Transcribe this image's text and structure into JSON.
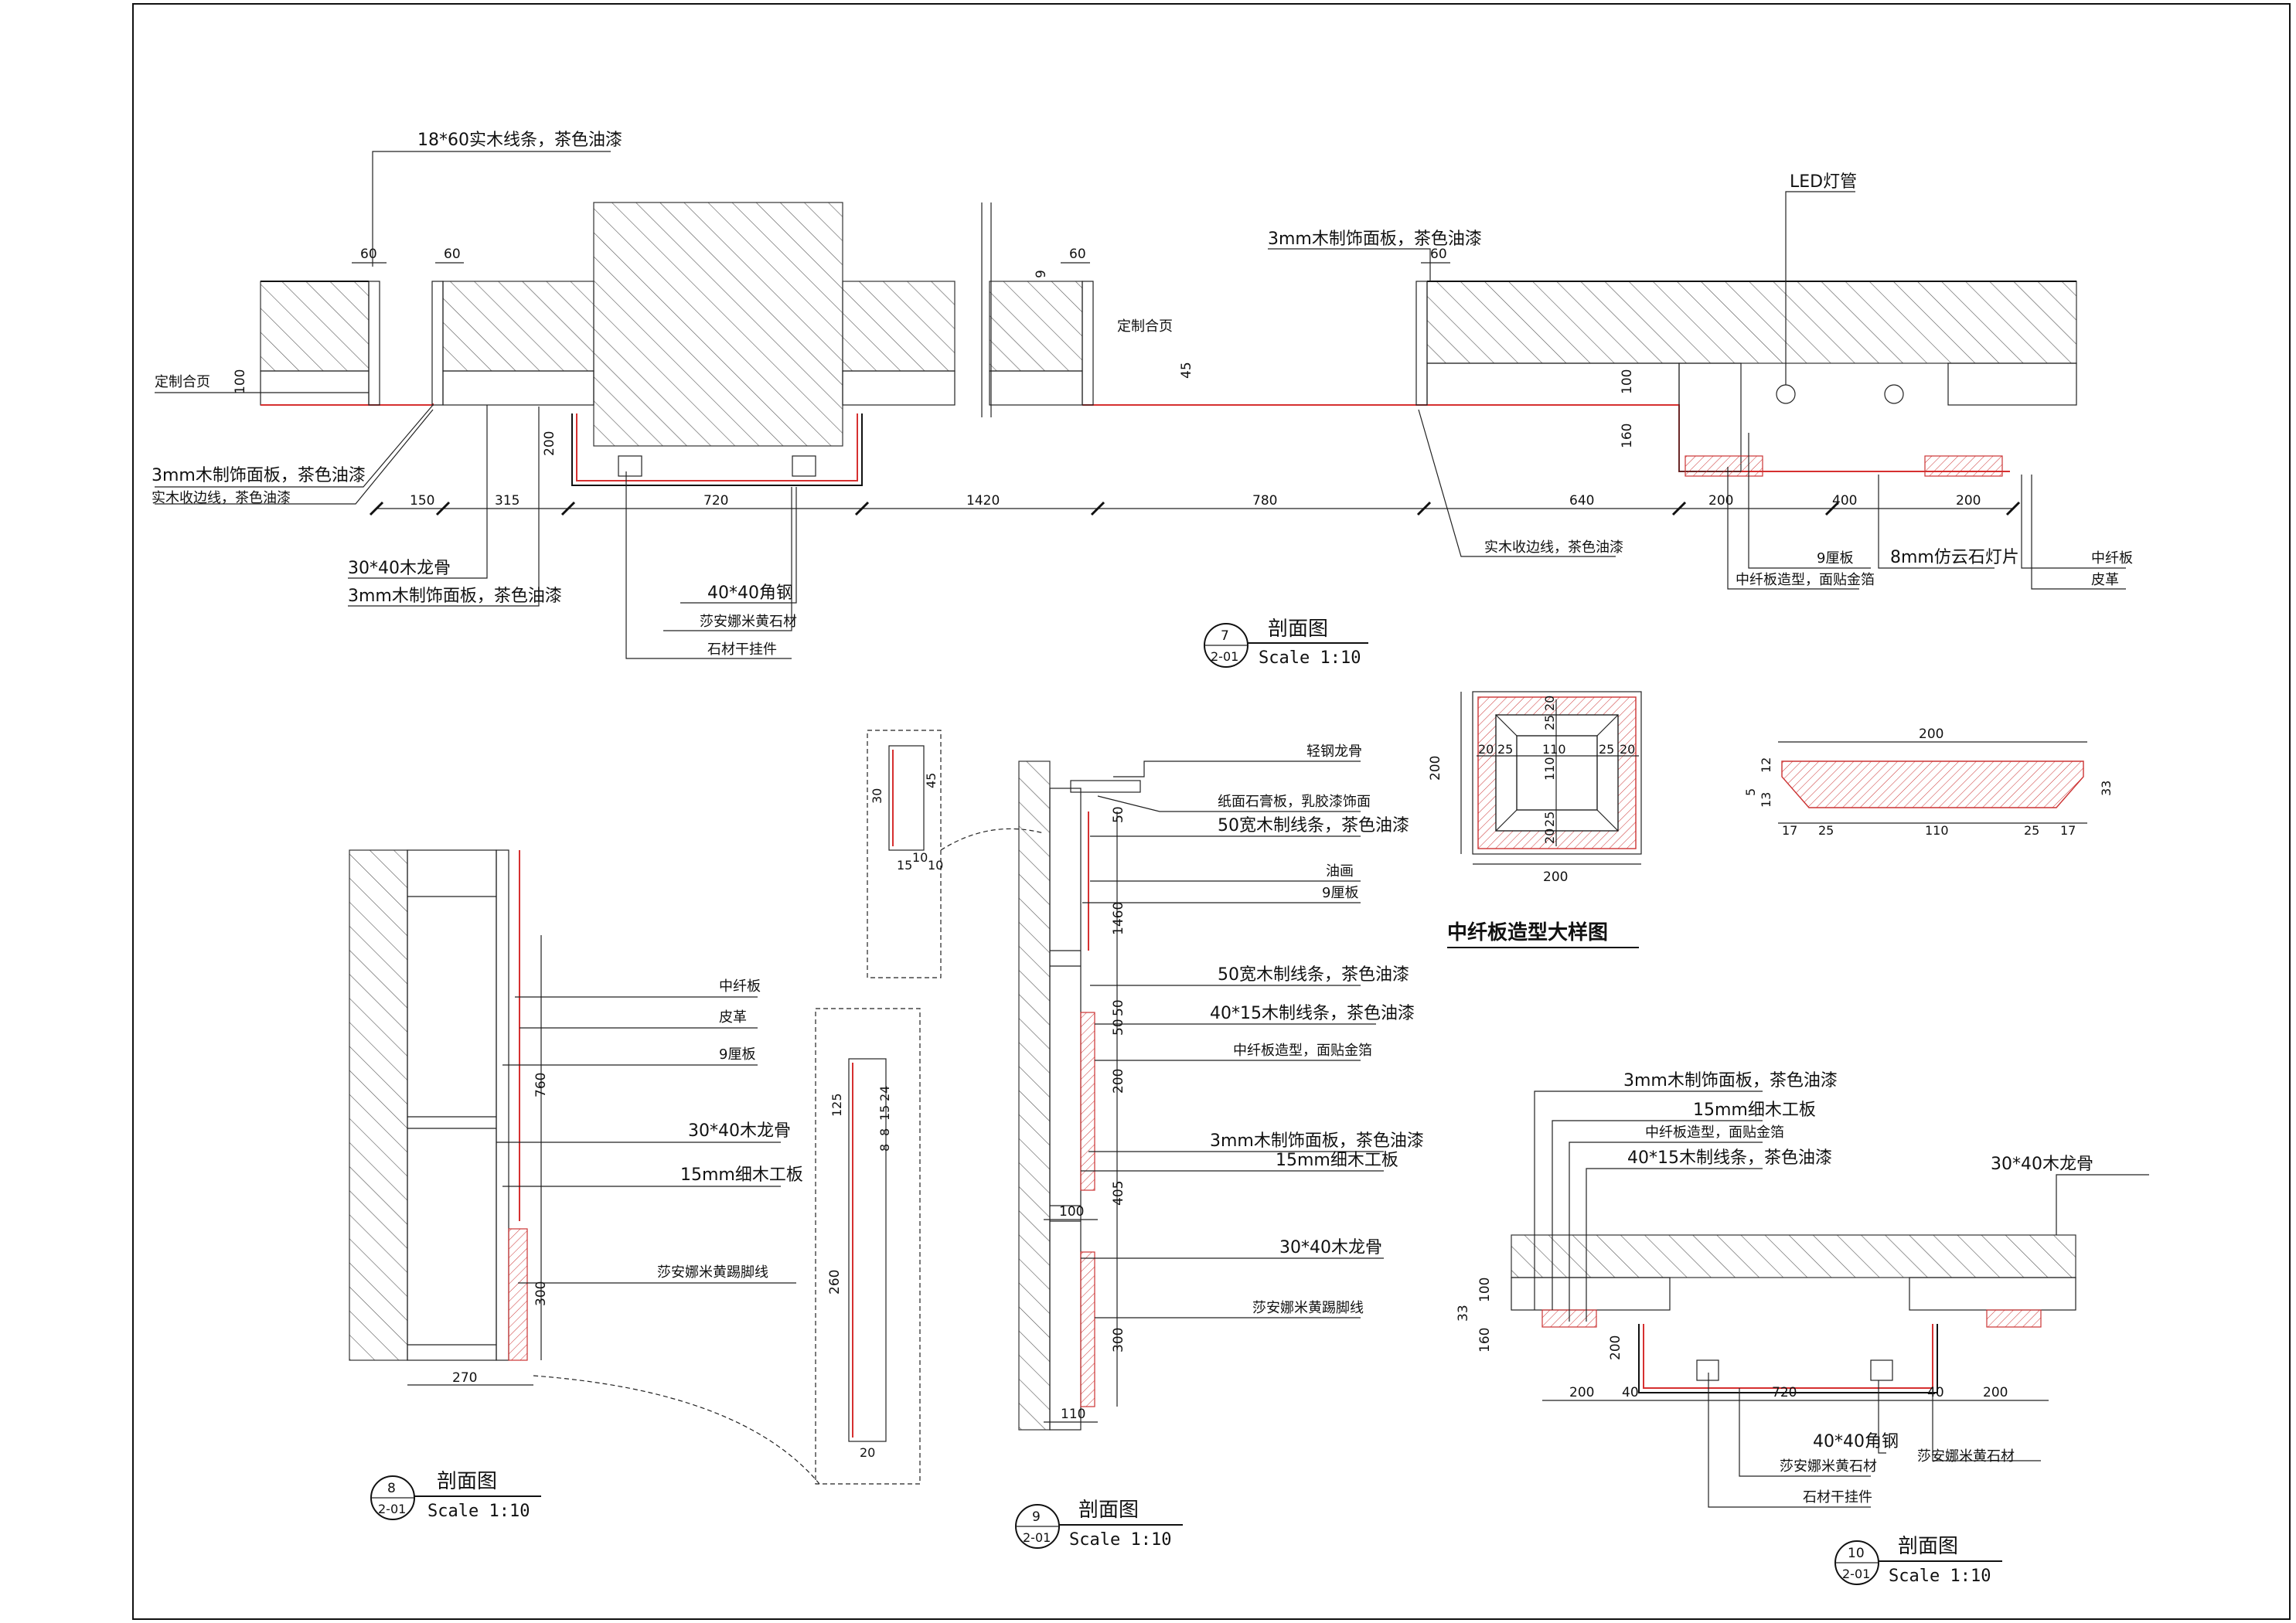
{
  "drawing": {
    "section7": {
      "title": "剖面图",
      "number": "7",
      "sheet": "2-01",
      "scale": "Scale 1:10",
      "notes": {
        "strip": "18*60实木线条，茶色油漆",
        "cabinet_left": "定制合页",
        "cabinet_mid": "定制合页",
        "veneer_top": "3mm木制饰面板，茶色油漆",
        "veneer_left": "3mm木制饰面板，茶色油漆",
        "edge_left": "实木收边线，茶色油漆",
        "keel": "30*40木龙骨",
        "veneer_low": "3mm木制饰面板，茶色油漆",
        "angle": "40*40角钢",
        "stone": "莎安娜米黄石材",
        "hanger": "石材干挂件",
        "edge_right": "实木收边线，茶色油漆",
        "led": "LED灯管",
        "ply": "9厘板",
        "mdf_shape": "中纤板造型，面贴金箔",
        "glass": "8mm仿云石灯片",
        "mdf": "中纤板",
        "leather": "皮革"
      },
      "dims_bottom": [
        "150",
        "315",
        "720",
        "1420",
        "780",
        "640",
        "200",
        "400",
        "200"
      ],
      "dims_small": [
        "60",
        "60",
        "60",
        "60",
        "45",
        "200",
        "100",
        "100",
        "160",
        "9"
      ]
    },
    "detail": {
      "title": "中纤板造型大样图",
      "plan_dims": [
        "200",
        "200",
        "20",
        "25",
        "110",
        "25",
        "20",
        "20",
        "25",
        "110",
        "25",
        "20"
      ],
      "profile_dims": [
        "200",
        "17",
        "25",
        "110",
        "25",
        "17",
        "12",
        "5",
        "13",
        "33"
      ]
    },
    "section8": {
      "title": "剖面图",
      "number": "8",
      "sheet": "2-01",
      "scale": "Scale 1:10",
      "notes": {
        "mdf": "中纤板",
        "leather": "皮革",
        "ply": "9厘板",
        "keel": "30*40木龙骨",
        "board": "15mm细木工板",
        "skirting": "莎安娜米黄踢脚线"
      },
      "dims": [
        "760",
        "300",
        "270"
      ],
      "profile_dims": [
        "260",
        "20",
        "24",
        "15",
        "8",
        "8",
        "125"
      ]
    },
    "section9": {
      "title": "剖面图",
      "number": "9",
      "sheet": "2-01",
      "scale": "Scale 1:10",
      "notes": {
        "steel_keel": "轻钢龙骨",
        "gypsum": "纸面石膏板，乳胶漆饰面",
        "strip50a": "50宽木制线条，茶色油漆",
        "paint": "油画",
        "ply": "9厘板",
        "strip50b": "50宽木制线条，茶色油漆",
        "strip4015": "40*15木制线条，茶色油漆",
        "mdf_shape": "中纤板造型，面贴金箔",
        "veneer": "3mm木制饰面板，茶色油漆",
        "board": "15mm细木工板",
        "keel": "30*40木龙骨",
        "skirting": "莎安娜米黄踢脚线"
      },
      "dims": [
        "50",
        "1460",
        "50",
        "50",
        "200",
        "405",
        "300",
        "100",
        "110"
      ],
      "profile_dims": [
        "30",
        "45",
        "15",
        "10",
        "10"
      ]
    },
    "section10": {
      "title": "剖面图",
      "number": "10",
      "sheet": "2-01",
      "scale": "Scale 1:10",
      "notes": {
        "veneer": "3mm木制饰面板，茶色油漆",
        "board": "15mm细木工板",
        "mdf_shape": "中纤板造型，面贴金箔",
        "strip4015": "40*15木制线条，茶色油漆",
        "keel": "30*40木龙骨",
        "angle": "40*40角钢",
        "stone": "莎安娜米黄石材",
        "stone2": "莎安娜米黄石材",
        "hanger": "石材干挂件"
      },
      "dims": [
        "200",
        "40",
        "720",
        "40",
        "200",
        "100",
        "160",
        "200",
        "33"
      ]
    }
  },
  "colors": {
    "line": "#111111",
    "accent_red": "#d63030",
    "background": "#ffffff"
  }
}
